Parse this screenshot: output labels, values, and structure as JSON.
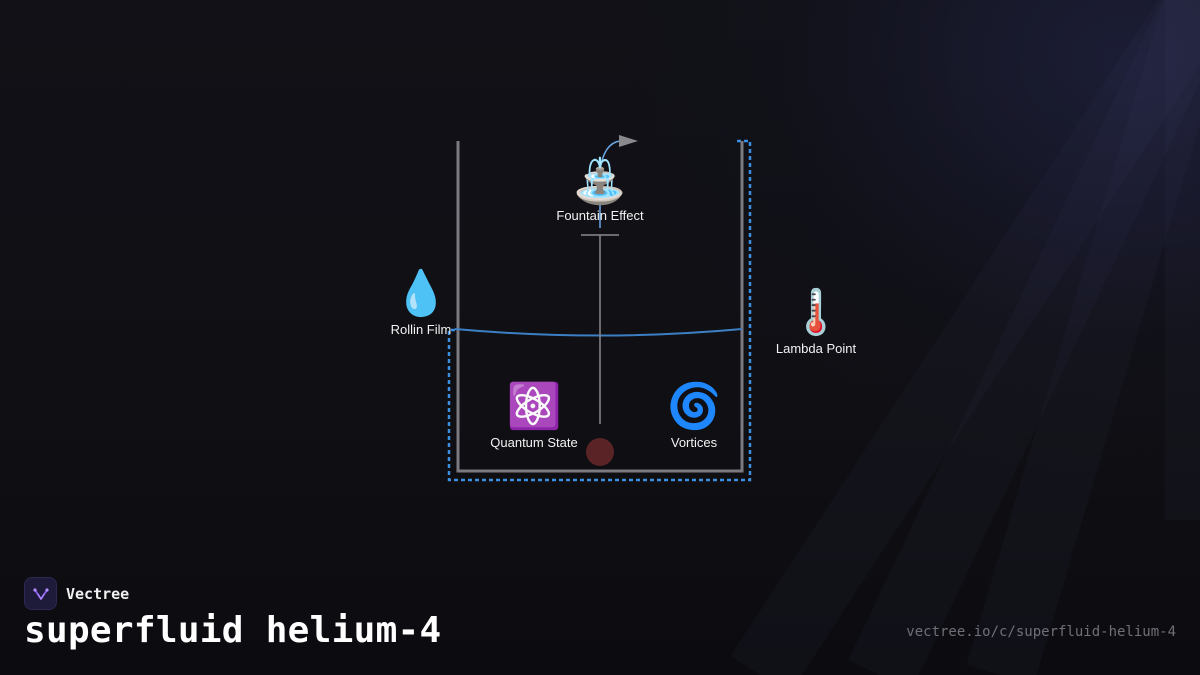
{
  "brand": {
    "name": "Vectree",
    "logo_icon": "vectree-logo-icon"
  },
  "page": {
    "title": "superfluid helium-4",
    "url": "vectree.io/c/superfluid-helium-4"
  },
  "diagram": {
    "nodes": {
      "fountain": {
        "emoji": "⛲",
        "label": "Fountain Effect",
        "icon": "fountain-icon"
      },
      "film": {
        "emoji": "💧",
        "label": "Rollin Film",
        "icon": "droplet-icon"
      },
      "lambda": {
        "emoji": "🌡️",
        "label": "Lambda Point",
        "icon": "thermometer-icon"
      },
      "quantum": {
        "emoji": "⚛️",
        "label": "Quantum State",
        "icon": "atom-icon"
      },
      "vortices": {
        "emoji": "🌀",
        "label": "Vortices",
        "icon": "cyclone-icon"
      }
    }
  },
  "colors": {
    "background": "#0f0f14",
    "beaker": "#7a7a80",
    "film_dashed": "#3b8fe0",
    "liquid_surface": "#3d7fc4",
    "fountain_arrow": "#6aa8e6",
    "arrowhead": "#8a8a8e",
    "heater": "#5a2426",
    "accent": "#8a5cf0"
  }
}
